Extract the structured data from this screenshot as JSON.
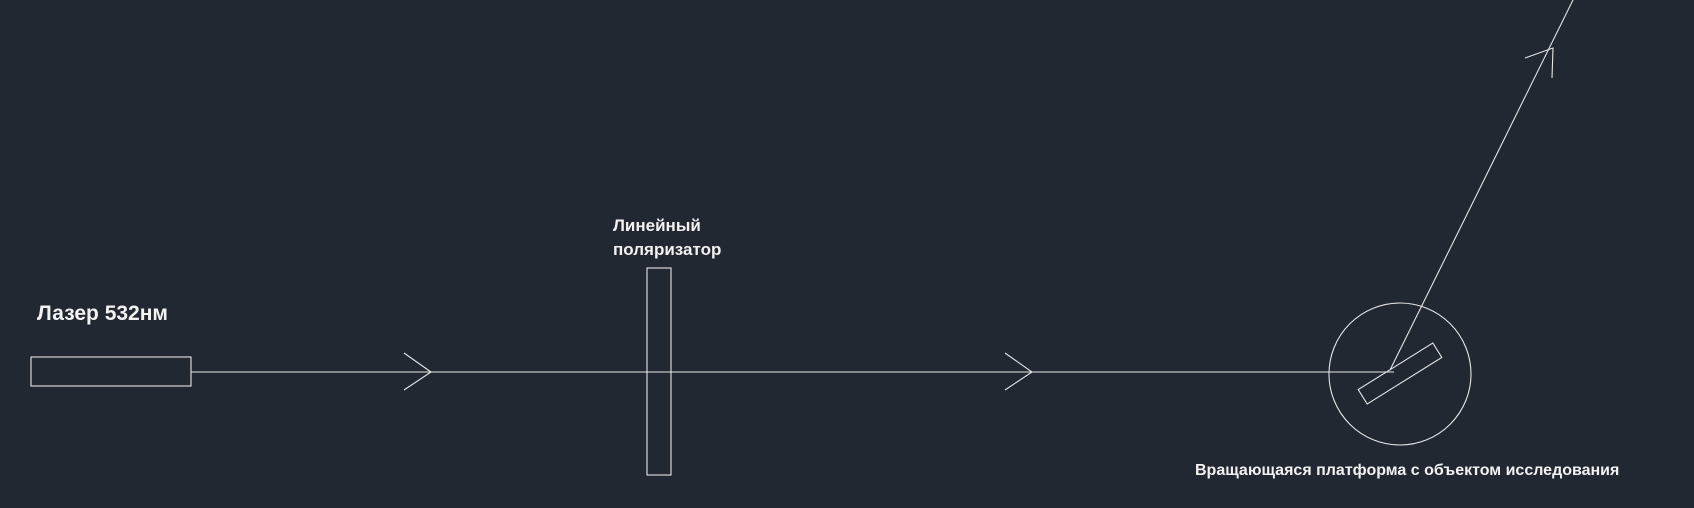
{
  "labels": {
    "laser": "Лазер 532нм",
    "polarizer_line1": "Линейный",
    "polarizer_line2": "поляризатор",
    "platform": "Вращающаяся платформа с объектом исследования"
  },
  "colors": {
    "background": "#222831",
    "lines": "#e6e6e6",
    "text": "#f2f2f2"
  }
}
